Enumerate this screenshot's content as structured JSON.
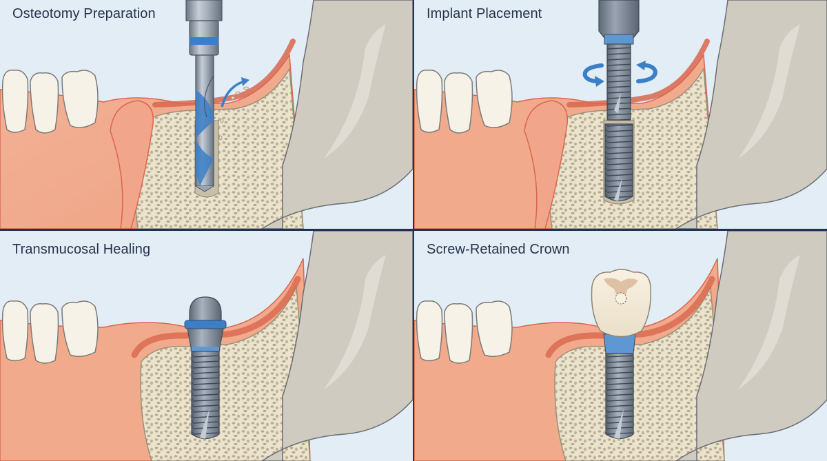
{
  "diagram": {
    "type": "dental-implant-procedure-stages",
    "layout": "2x2 grid",
    "colors": {
      "background": "#e2edf6",
      "divider": "#1f3350",
      "title_text": "#26334a",
      "gum": "#f0a98a",
      "gum_edge": "#d9664e",
      "bone_cortex": "#ece3cc",
      "bone_trabecular": "#b7ab93",
      "jaw_ramus": "#cfcbc1",
      "tooth": "#f6f2e8",
      "implant_metal": "#7d8794",
      "accent_blue": "#3a7fc8"
    },
    "panels": [
      {
        "id": "osteotomy",
        "title": "Osteotomy Preparation",
        "position": "top-left",
        "elements": [
          "teeth",
          "gum",
          "bone",
          "jaw-ramus",
          "surgical-drill",
          "bone-chips",
          "debris-arrow"
        ]
      },
      {
        "id": "placement",
        "title": "Implant Placement",
        "position": "top-right",
        "elements": [
          "teeth",
          "gum",
          "bone",
          "jaw-ramus",
          "implant-driver",
          "threaded-implant",
          "rotation-arrows"
        ]
      },
      {
        "id": "healing",
        "title": "Transmucosal Healing",
        "position": "bottom-left",
        "elements": [
          "teeth",
          "gum",
          "bone",
          "jaw-ramus",
          "healing-abutment",
          "threaded-implant"
        ]
      },
      {
        "id": "crown",
        "title": "Screw-Retained Crown",
        "position": "bottom-right",
        "elements": [
          "teeth",
          "gum",
          "bone",
          "jaw-ramus",
          "crown",
          "screw-access-hole",
          "threaded-implant"
        ]
      }
    ]
  }
}
